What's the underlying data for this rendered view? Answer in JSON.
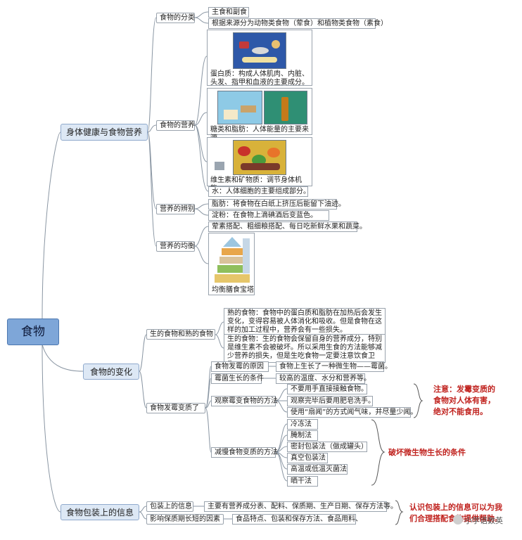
{
  "root": "食物",
  "health": {
    "title": "身体健康与食物营养",
    "category": {
      "label": "食物的分类",
      "items": [
        "主食和副食",
        "根据来源分为动物类食物（荤食）和植物类食物（素食）"
      ]
    },
    "nutrition": {
      "label": "食物的营养",
      "protein": "蛋白质：构成人体肌肉、内脏、头发、指甲和血液的主要成分。",
      "carbs": "糖类和脂肪：人体能量的主要来源。",
      "vitamins": "维生素和矿物质：调节身体机能。",
      "water": "水：人体细胞的主要组成部分。"
    },
    "identify": {
      "label": "营养的辨别",
      "items": [
        "脂肪：将食物在白纸上挤压后能留下油迹。",
        "淀粉：在食物上滴碘酒后变蓝色。"
      ]
    },
    "balance": {
      "label": "营养的均衡",
      "text": "荤素搭配、粗细粮搭配、每日吃新鲜水果和蔬菜。",
      "pyramid": "均衡膳食宝塔"
    }
  },
  "change": {
    "title": "食物的变化",
    "rawcooked": {
      "label": "生的食物和熟的食物",
      "cooked": "熟的食物：食物中的蛋白质和脂肪在加热后会发生变化，变得容易被人体消化和吸收。但是食物在这样的加工过程中，营养会有一些损失。",
      "raw": "生的食物：生的食物会保留自身的营养成分，特别是维生素不会被破坏。所以采用生食的方法能够减少营养的损失，但是生吃食物一定要注意饮食卫生。"
    },
    "mold": {
      "label": "食物发霉变质了",
      "cause": {
        "label": "食物发霉的原因",
        "value": "食物上生长了一种微生物——霉菌。"
      },
      "condition": {
        "label": "霉菌生长的条件",
        "value": "较高的温度、水分和营养等。"
      },
      "observe": {
        "label": "观察霉变食物的方法",
        "items": [
          "不要用手直接接触食物。",
          "观察完毕后要用肥皂洗手。",
          "使用“扇闻”的方式闻气味，并尽量少闻。"
        ]
      },
      "slow": {
        "label": "减慢食物变质的方法",
        "items": [
          "冷冻法",
          "腌制法",
          "密封包装法（做成罐头）",
          "真空包装法",
          "高温或低温灭菌法",
          "晒干法"
        ]
      }
    },
    "note1": [
      "注意：发霉变质的",
      "食物对人体有害，",
      "绝对不能食用。"
    ],
    "note2": "破坏微生物生长的条件"
  },
  "package": {
    "title": "食物包装上的信息",
    "info": {
      "label": "包装上的信息",
      "value": "主要有营养成分表、配料、保质期、生产日期、保存方法等。"
    },
    "factors": {
      "label": "影响保质期长短的因素",
      "value": "食品特点、包装和保存方法、食品用料、"
    },
    "note": [
      "认识包装上的信息可以为我",
      "们合理搭配食物提供帮助。"
    ]
  },
  "watermark": "小学语数英"
}
